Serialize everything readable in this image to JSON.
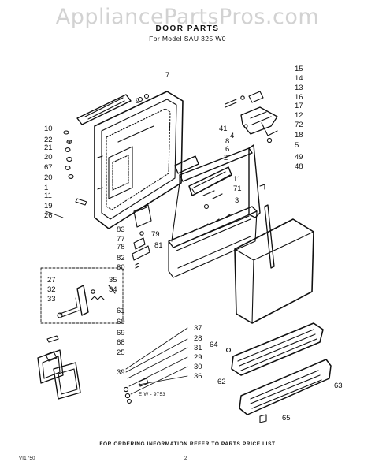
{
  "watermark": "AppliancePartsPros.com",
  "header": {
    "title": "DOOR PARTS",
    "subtitle": "For Model SAU 325 W0"
  },
  "footer": {
    "order_note": "FOR ORDERING INFORMATION REFER TO PARTS PRICE LIST",
    "left_code": "VI1750",
    "page_mark": "2",
    "diagram_code": "E W - 9753"
  },
  "callouts": {
    "c1": "1",
    "c2": "2",
    "c3": "3",
    "c4": "4",
    "c5": "5",
    "c6": "6",
    "c7": "7",
    "c8": "8",
    "c9": "9",
    "c10": "10",
    "c11": "11",
    "c11b": "11",
    "c12": "12",
    "c13": "13",
    "c14": "14",
    "c15": "15",
    "c16": "16",
    "c17": "17",
    "c18": "18",
    "c19": "19",
    "c20": "20",
    "c20b": "20",
    "c21": "21",
    "c22": "22",
    "c25": "25",
    "c26": "26",
    "c27": "27",
    "c28": "28",
    "c29": "29",
    "c30": "30",
    "c31": "31",
    "c32": "32",
    "c33": "33",
    "c34": "34",
    "c35": "35",
    "c36": "36",
    "c37": "37",
    "c39": "39",
    "c41": "41",
    "c48": "48",
    "c49": "49",
    "c60": "60",
    "c61": "61",
    "c62": "62",
    "c63": "63",
    "c64": "64",
    "c65": "65",
    "c67": "67",
    "c68": "68",
    "c69": "69",
    "c71": "71",
    "c72": "72",
    "c77": "77",
    "c78": "78",
    "c79": "79",
    "c80": "80",
    "c81": "81",
    "c82": "82",
    "c83": "83"
  }
}
